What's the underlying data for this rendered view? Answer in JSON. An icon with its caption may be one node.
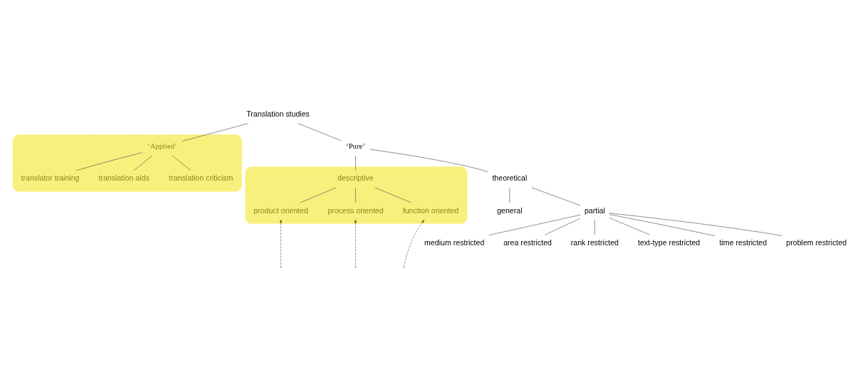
{
  "diagram": {
    "nodes": [
      {
        "text": [
          "Translation studies"
        ]
      },
      {
        "text": [
          "‘Pure’"
        ]
      },
      {
        "text": [],
        "shape": "ellipse"
      },
      {
        "text": [
          "‘Applied’"
        ],
        "in": 2
      },
      {
        "text": [
          "theoretical"
        ]
      },
      {
        "text": [],
        "shape": "ellipse"
      },
      {
        "text": [
          "descriptive"
        ],
        "in": 5
      },
      {
        "text": [
          "general"
        ]
      },
      {
        "text": [
          "partial"
        ]
      },
      {
        "text": [
          "product oriented"
        ],
        "in": 5
      },
      {
        "text": [
          "process oriented"
        ],
        "in": 5
      },
      {
        "text": [
          "function oriented"
        ],
        "in": 5
      },
      {
        "text": [
          "translator training"
        ],
        "in": 2
      },
      {
        "text": [
          "translation aids"
        ],
        "in": 2
      },
      {
        "text": [
          "translation criticism"
        ],
        "in": 2
      },
      {
        "text": [
          "medium restricted"
        ]
      },
      {
        "text": [
          "area restricted"
        ]
      },
      {
        "text": [
          "rank restricted"
        ]
      },
      {
        "text": [
          "text-type restricted"
        ]
      },
      {
        "text": [
          "time restricted"
        ]
      },
      {
        "text": [
          "problem restricted"
        ]
      }
    ],
    "edges": [
      {
        "from": 0,
        "to": 1,
        "arrow": "none"
      },
      {
        "from": 0,
        "to": 3,
        "arrow": "none"
      },
      {
        "from": 1,
        "to": 4,
        "arrow": "none"
      },
      {
        "from": 1,
        "to": 6,
        "arrow": "none"
      },
      {
        "from": 4,
        "to": 7,
        "arrow": "none"
      },
      {
        "from": 4,
        "to": 8,
        "arrow": "none"
      },
      {
        "from": 6,
        "to": 9,
        "arrow": "none"
      },
      {
        "from": 6,
        "to": 10,
        "arrow": "none"
      },
      {
        "from": 6,
        "to": 11,
        "arrow": "none"
      },
      {
        "from": 3,
        "to": 12,
        "arrow": "none"
      },
      {
        "from": 3,
        "to": 13,
        "arrow": "none"
      },
      {
        "from": 3,
        "to": 14,
        "arrow": "none"
      },
      {
        "from": 8,
        "to": 15,
        "arrow": "none"
      },
      {
        "from": 8,
        "to": 16,
        "arrow": "none"
      },
      {
        "from": 8,
        "to": 17,
        "arrow": "none"
      },
      {
        "from": 8,
        "to": 18,
        "arrow": "none"
      },
      {
        "from": 8,
        "to": 19,
        "arrow": "none"
      },
      {
        "from": 8,
        "to": 20,
        "arrow": "none"
      },
      {
        "from": null,
        "to": 9,
        "arrow": "to",
        "style": "dashed",
        "color": "#6b6b2a"
      },
      {
        "from": null,
        "to": 10,
        "arrow": "to",
        "style": "dashed",
        "color": "#6b6b2a"
      },
      {
        "from": null,
        "to": 11,
        "arrow": "to",
        "style": "dashed",
        "color": "#6b6b2a"
      }
    ]
  }
}
